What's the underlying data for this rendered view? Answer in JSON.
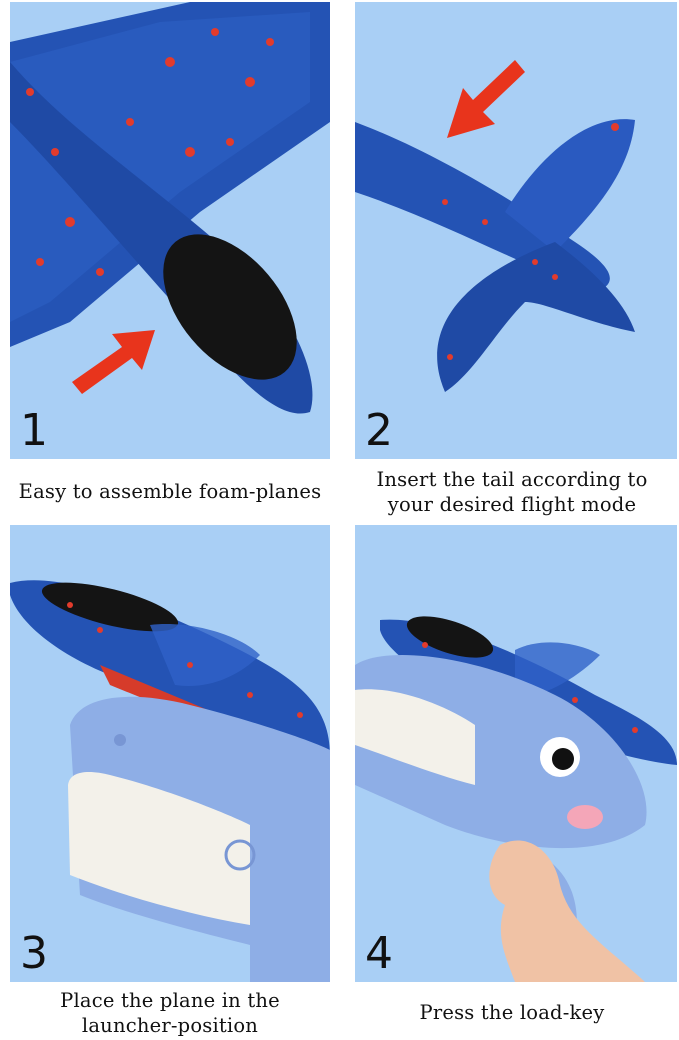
{
  "steps": [
    {
      "number": "1",
      "caption_lines": [
        "Easy to assemble foam-planes"
      ]
    },
    {
      "number": "2",
      "caption_lines": [
        "Insert the tail according to",
        "your desired flight mode"
      ]
    },
    {
      "number": "3",
      "caption_lines": [
        "Place the plane in the",
        "launcher-position"
      ]
    },
    {
      "number": "4",
      "caption_lines": [
        "Press the load-key"
      ]
    }
  ],
  "colors": {
    "panel_background": "#a9cff5",
    "plane_blue": "#2453b4",
    "arrow_red": "#e8341c",
    "launcher_blue": "#8eaee6"
  }
}
